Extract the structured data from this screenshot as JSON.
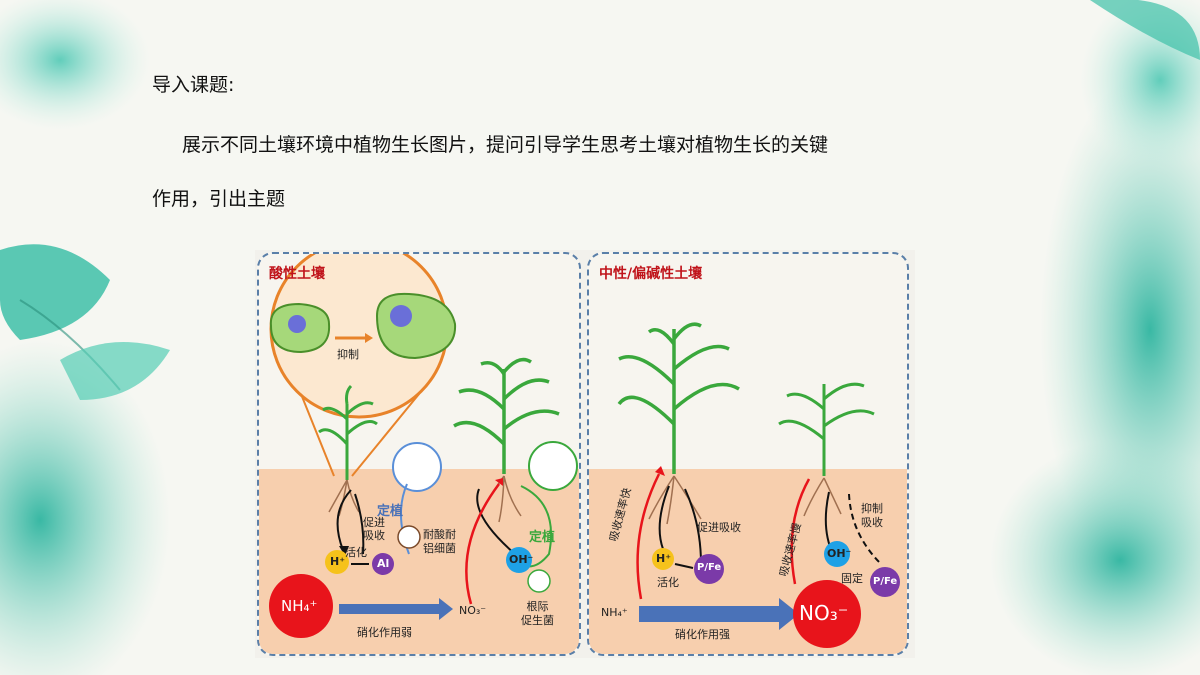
{
  "slide": {
    "heading": "导入课题:",
    "paragraph": "展示不同土壤环境中植物生长图片，提问引导学生思考土壤对植物生长的关键作用，引出主题"
  },
  "figure": {
    "left_panel": {
      "title": "酸性土壤",
      "inhibit": "抑制",
      "colonize_1": "定植",
      "promote_absorb": "促进\n吸收",
      "activate": "活化",
      "h_ion": "H⁺",
      "al": "Al",
      "acid_bacteria": "耐酸耐\n铝细菌",
      "nh4": "NH₄⁺",
      "no3": "NO₃⁻",
      "nitrification_weak": "硝化作用弱",
      "oh_ion": "OH⁻",
      "colonize_2": "定植",
      "rhizo_bacteria": "根际\n促生菌"
    },
    "right_panel": {
      "title": "中性/偏碱性土壤",
      "fast_absorb": "吸收速率快",
      "promote_absorb": "促进吸收",
      "h_ion": "H⁺",
      "pfe_1": "P/Fe",
      "activate": "活化",
      "nh4": "NH₄⁺",
      "nitrification_strong": "硝化作用强",
      "no3": "NO₃⁻",
      "slow_absorb": "吸收速率慢",
      "oh_ion": "OH⁻",
      "inhibit_absorb": "抑制\n吸收",
      "fix": "固定",
      "pfe_2": "P/Fe"
    },
    "colors": {
      "title_red": "#c0141b",
      "soil": "#f7cfae",
      "arrow_blue": "#4a72b8",
      "nh4_red": "#e8141b",
      "al_purple": "#7b3aa8",
      "h_yellow": "#f6c21b",
      "oh_blue": "#1ea1e6",
      "green": "#3aa83c"
    }
  }
}
